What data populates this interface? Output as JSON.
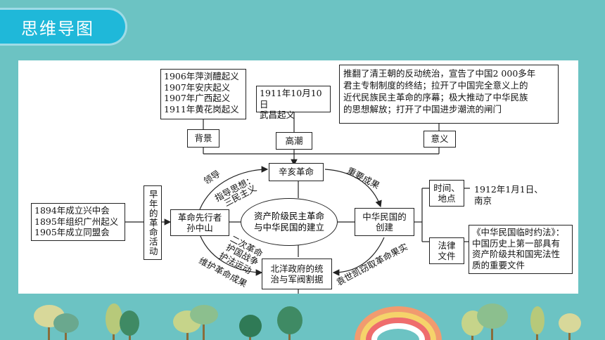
{
  "header": {
    "title": "思维导图"
  },
  "background": {
    "color": "#6cc3c3",
    "pill": "#1fb8d9"
  },
  "nodes": {
    "bg_events": [
      "1906年萍浏醴起义",
      "1907年安庆起义",
      "1907年广西起义",
      "1911年黄花岗起义"
    ],
    "bg_label": "背景",
    "climax_event": [
      "1911年10月10日",
      "武昌起义"
    ],
    "climax_label": "高潮",
    "significance_text": [
      "推翻了清王朝的反动统治，宣告了中国2 000多年",
      "君主专制制度的终结；拉开了中国完全意义上的",
      "近代民族民主革命的序幕；极大推动了中华民族",
      "的思想解放；打开了中国进步潮流的闸门"
    ],
    "significance_label": "意义",
    "xinhai": "辛亥革命",
    "early_events": [
      "1894年成立兴中会",
      "1895年组织广州起义",
      "1905年成立同盟会"
    ],
    "early_label": "早年的革命活动",
    "sun": [
      "革命先行者",
      "孙中山"
    ],
    "center": [
      "资产阶级民主革命",
      "与中华民国的建立"
    ],
    "roc": [
      "中华民国的",
      "创建"
    ],
    "time_label": [
      "时间、",
      "地点"
    ],
    "time_value": [
      "1912年1月1日、",
      "南京"
    ],
    "law_label": [
      "法律",
      "文件"
    ],
    "law_value": [
      "《中华民国临时约法》：",
      "中国历史上第一部具有",
      "资产阶级共和国宪法性",
      "质的重要文件"
    ],
    "beiyang": [
      "北洋政府的统",
      "治与军阀割据"
    ]
  },
  "edges": {
    "lead": "领导",
    "guiding_1": "指导思想：",
    "guiding_2": "三民主义",
    "major": "重要成果",
    "second_rev_1": "二次革命",
    "second_rev_2": "护国战争",
    "second_rev_3": "护法运动",
    "protect": "维护革命成果",
    "yuan": "袁世凯窃取革命果实"
  }
}
